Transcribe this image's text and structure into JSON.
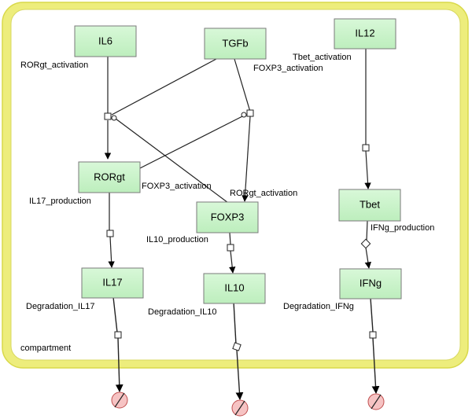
{
  "compartment": {
    "label": "compartment",
    "fill_color": "#fdfde8",
    "border_color": "#d9d94a",
    "inner_border_color": "#e8e89a"
  },
  "species_fill_color": "#c8f2c8",
  "species": {
    "il6": "IL6",
    "tgfb": "TGFb",
    "il12": "IL12",
    "rorgt": "RORgt",
    "foxp3": "FOXP3",
    "tbet": "Tbet",
    "il17": "IL17",
    "il10": "IL10",
    "ifng": "IFNg"
  },
  "reactions": {
    "rorgt_activation": "RORgt_activation",
    "foxp3_activation_top": "FOXP3_activation",
    "tbet_activation": "Tbet_activation",
    "foxp3_activation_mid": "FOXP3_activation",
    "rorgt_activation_mid": "RORgt_activation",
    "il17_production": "IL17_production",
    "il10_production": "IL10_production",
    "ifng_production": "IFNg_production",
    "degradation_il17": "Degradation_IL17",
    "degradation_il10": "Degradation_IL10",
    "degradation_ifng": "Degradation_IFNg"
  }
}
